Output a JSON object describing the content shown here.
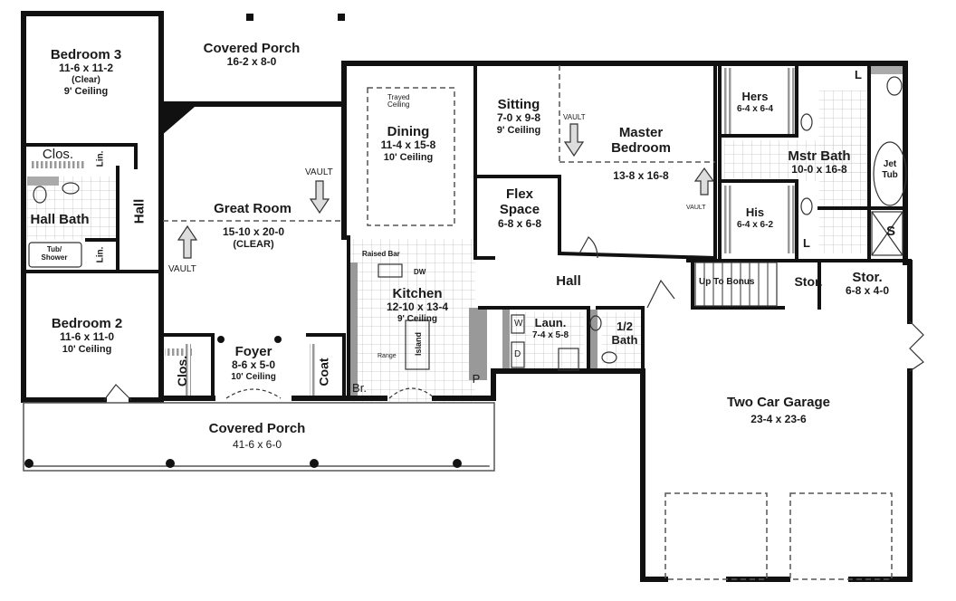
{
  "plan": {
    "rooms": [
      {
        "name": "Bedroom 3",
        "dims": "11-6 x 11-2",
        "notes": [
          "(Clear)",
          "9' Ceiling"
        ]
      },
      {
        "name": "Covered Porch",
        "dims": "16-2 x 8-0",
        "notes": []
      },
      {
        "name": "Dining",
        "dims": "11-4 x 15-8",
        "notes": [
          "10' Ceiling"
        ]
      },
      {
        "name": "Sitting",
        "dims": "7-0 x 9-8",
        "notes": [
          "9' Ceiling"
        ]
      },
      {
        "name": "Master Bedroom",
        "dims": "13-8 x 16-8",
        "notes": []
      },
      {
        "name": "Hers",
        "dims": "6-4 x 6-4",
        "notes": []
      },
      {
        "name": "Mstr Bath",
        "dims": "10-0 x 16-8",
        "notes": []
      },
      {
        "name": "His",
        "dims": "6-4 x 6-2",
        "notes": []
      },
      {
        "name": "Great Room",
        "dims": "15-10 x 20-0",
        "notes": [
          "(CLEAR)"
        ]
      },
      {
        "name": "Flex Space",
        "dims": "6-8 x 6-8",
        "notes": []
      },
      {
        "name": "Hall Bath",
        "dims": "",
        "notes": []
      },
      {
        "name": "Kitchen",
        "dims": "12-10 x 13-4",
        "notes": [
          "9' Ceiling"
        ]
      },
      {
        "name": "Hall",
        "dims": "",
        "notes": []
      },
      {
        "name": "Stor.",
        "dims": "6-8 x 4-0",
        "notes": []
      },
      {
        "name": "Bedroom 2",
        "dims": "11-6 x 11-0",
        "notes": [
          "10' Ceiling"
        ]
      },
      {
        "name": "Foyer",
        "dims": "8-6 x 5-0",
        "notes": [
          "10' Ceiling"
        ]
      },
      {
        "name": "Laun.",
        "dims": "7-4 x 5-8",
        "notes": []
      },
      {
        "name": "1/2 Bath",
        "dims": "",
        "notes": []
      },
      {
        "name": "Two Car Garage",
        "dims": "23-4 x 23-6",
        "notes": []
      },
      {
        "name": "Covered Porch",
        "dims": "41-6 x 6-0",
        "notes": []
      }
    ],
    "labels": {
      "closet_bed3": "Clos.",
      "linen": "Lin.",
      "hall_west": "Hall",
      "tub_shower": "Tub/ Shower",
      "vault": "VAULT",
      "trayed_ceiling": "Trayed Ceiling",
      "raised_bar": "Raised Bar",
      "dishwasher": "DW",
      "island": "Island",
      "range": "Range",
      "broom": "Br.",
      "pantry": "P",
      "closet_bed2": "Clos.",
      "coat": "Coat",
      "washer": "W",
      "dryer": "D",
      "stairs": "Up To Bonus",
      "stor_small": "Stor.",
      "jet_tub": "Jet Tub",
      "shower": "S",
      "linen_l": "L"
    }
  }
}
